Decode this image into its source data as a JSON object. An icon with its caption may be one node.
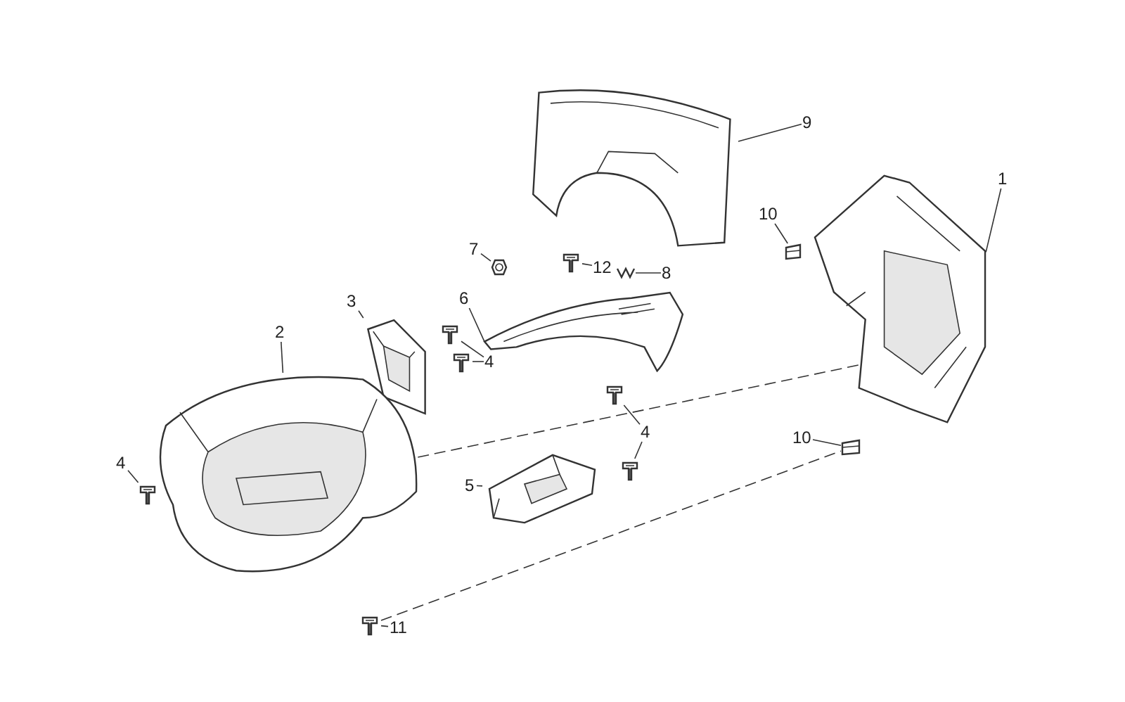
{
  "diagram": {
    "nodes": [
      {
        "text": [
          "9"
        ]
      },
      {
        "text": [
          "1"
        ]
      },
      {
        "text": [
          "10"
        ]
      },
      {
        "text": [
          "12"
        ]
      },
      {
        "text": [
          "7"
        ]
      },
      {
        "text": [
          "6"
        ]
      },
      {
        "text": [
          "8"
        ]
      },
      {
        "text": [
          "3"
        ]
      },
      {
        "text": [
          "2"
        ]
      },
      {
        "text": [
          "4"
        ]
      },
      {
        "text": [
          "4"
        ]
      },
      {
        "text": [
          "4"
        ]
      },
      {
        "text": [
          "5"
        ]
      },
      {
        "text": [
          "10"
        ]
      },
      {
        "text": [
          "11"
        ]
      },
      {
        "text": [],
        "shape": "picture"
      },
      {
        "text": [],
        "shape": "picture"
      },
      {
        "text": [],
        "shape": "picture"
      },
      {
        "text": [],
        "shape": "picture"
      },
      {
        "text": [],
        "shape": "picture"
      },
      {
        "text": [],
        "shape": "picture"
      },
      {
        "text": [],
        "shape": "picture"
      },
      {
        "text": [],
        "shape": "picture"
      },
      {
        "text": [],
        "shape": "picture"
      },
      {
        "text": [],
        "shape": "picture"
      },
      {
        "text": [],
        "shape": "picture"
      },
      {
        "text": [],
        "shape": "picture"
      },
      {
        "text": [],
        "shape": "picture"
      },
      {
        "text": [],
        "shape": "picture"
      },
      {
        "text": [],
        "shape": "picture"
      },
      {
        "text": [],
        "shape": "picture"
      },
      {
        "text": [],
        "shape": "picture"
      }
    ],
    "edges": [
      {
        "from": 0,
        "to": 15,
        "arrow": "none"
      },
      {
        "from": 1,
        "to": 16,
        "arrow": "none"
      },
      {
        "from": 2,
        "to": 17,
        "arrow": "none"
      },
      {
        "from": 3,
        "to": 18,
        "arrow": "none"
      },
      {
        "from": 4,
        "to": 19,
        "arrow": "none"
      },
      {
        "from": 5,
        "to": 20,
        "arrow": "none"
      },
      {
        "from": 6,
        "to": 21,
        "arrow": "none"
      },
      {
        "from": 7,
        "to": 22,
        "arrow": "none"
      },
      {
        "from": 8,
        "to": 23,
        "arrow": "none"
      },
      {
        "from": 9,
        "to": 24,
        "arrow": "none"
      },
      {
        "from": 9,
        "to": 25,
        "arrow": "none"
      },
      {
        "from": 10,
        "to": 26,
        "arrow": "none"
      },
      {
        "from": 10,
        "to": 27,
        "arrow": "none"
      },
      {
        "from": 11,
        "to": 28,
        "arrow": "none"
      },
      {
        "from": 12,
        "to": 29,
        "arrow": "none"
      },
      {
        "from": 13,
        "to": 30,
        "arrow": "none"
      },
      {
        "from": 14,
        "to": 31,
        "arrow": "none"
      },
      {
        "from": 23,
        "to": 16,
        "arrow": "none",
        "style": "dashed"
      },
      {
        "from": 31,
        "to": 30,
        "arrow": "none",
        "style": "dashed"
      }
    ]
  }
}
